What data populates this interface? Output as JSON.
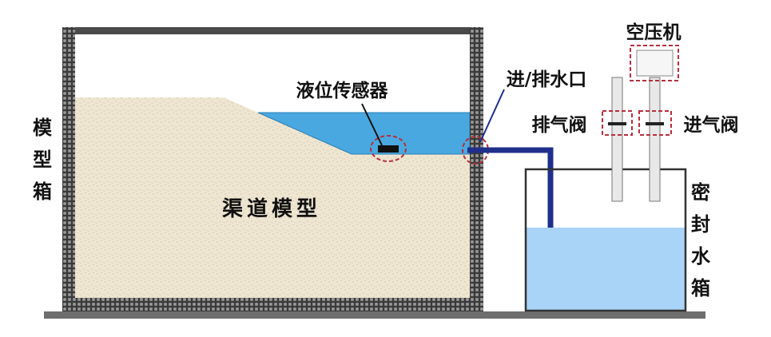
{
  "labels": {
    "tank_vertical": [
      "模",
      "型",
      "箱"
    ],
    "channel_model": "渠道模型",
    "level_sensor": "液位传感器",
    "inlet_outlet": "进/排水口",
    "compressor": "空压机",
    "exhaust_valve": "排气阀",
    "intake_valve": "进气阀",
    "sealed_tank_vertical": [
      "密",
      "封",
      "水",
      "箱"
    ]
  },
  "colors": {
    "tank_wall": "#3a3a3a",
    "soil": "#efe6d2",
    "water_channel": "#4aa8e0",
    "water_sealed_tank": "#a9d3f7",
    "pipe": "#1f2f8c",
    "marker_red": "#b5303b"
  }
}
